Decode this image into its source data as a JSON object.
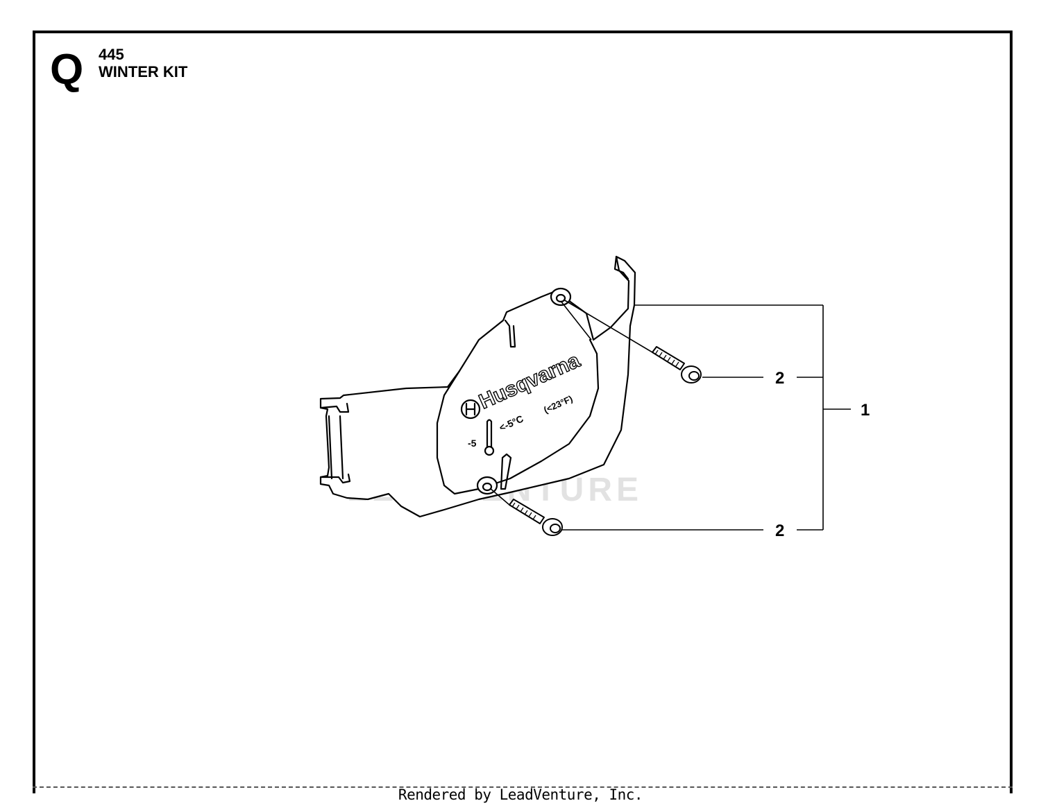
{
  "header": {
    "section_letter": "Q",
    "model_number": "445",
    "title": "WINTER KIT"
  },
  "part_labels": {
    "brand": "Husqvarna",
    "temp_c": "<-5°C",
    "temp_f": "(<23°F)",
    "temp_scale": "-5"
  },
  "callouts": [
    {
      "id": "callout-2-upper",
      "label": "2"
    },
    {
      "id": "callout-1",
      "label": "1"
    },
    {
      "id": "callout-2-lower",
      "label": "2"
    }
  ],
  "watermark": {
    "text": "LEADVENTURE"
  },
  "footer": {
    "text": "Rendered by LeadVenture, Inc."
  },
  "colors": {
    "line": "#000000",
    "watermark": "#e2e2e2",
    "background": "#ffffff"
  }
}
